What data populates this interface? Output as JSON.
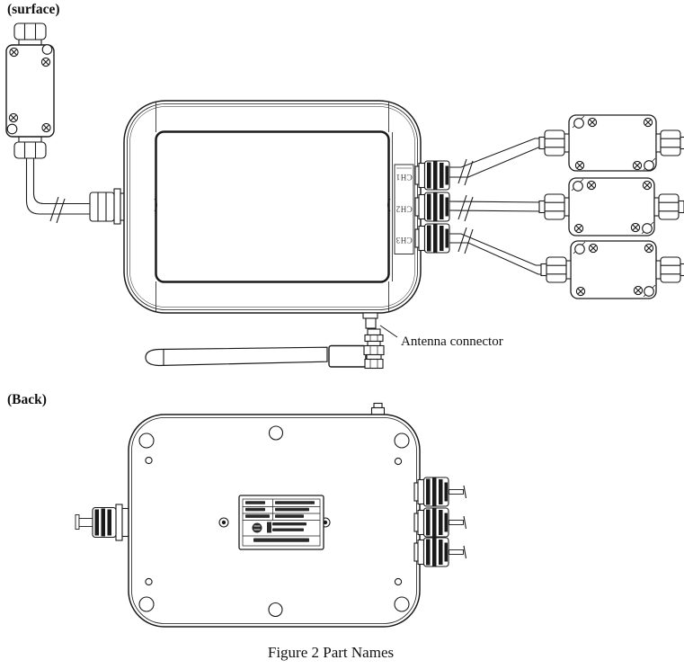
{
  "figure": {
    "surface_view_label": "(surface)",
    "back_view_label": "(Back)",
    "antenna_connector_label": "Antenna connector",
    "caption": "Figure 2 Part Names"
  },
  "channel_labels": [
    "CH1",
    "CH2",
    "CH3"
  ],
  "colors": {
    "line": "#1a1a1a",
    "background": "#ffffff",
    "label_text": "#3a3a3a"
  }
}
